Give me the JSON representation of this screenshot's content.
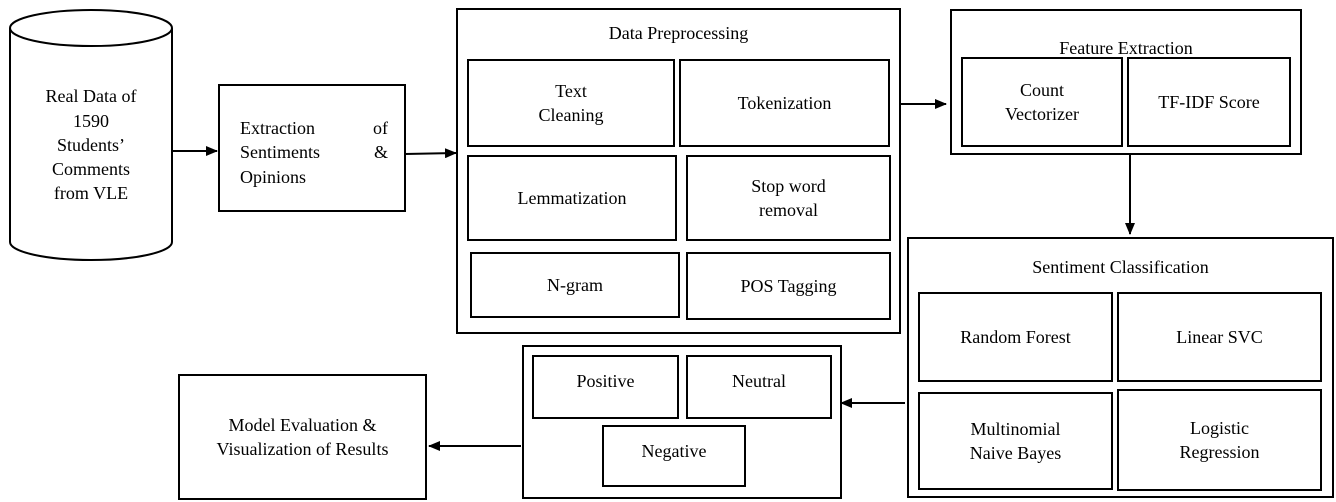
{
  "source": {
    "label": "Real Data of\n1590\nStudents’\nComments\nfrom VLE"
  },
  "extraction": {
    "line1_left": "Extraction",
    "line1_right": "of",
    "line2_left": "Sentiments",
    "line2_right": "&",
    "line3": "Opinions"
  },
  "preprocessing": {
    "title": "Data Preprocessing",
    "items": {
      "text_cleaning": "Text\nCleaning",
      "tokenization": "Tokenization",
      "lemmatization": "Lemmatization",
      "stopword": "Stop word\nremoval",
      "ngram": "N-gram",
      "pos": "POS Tagging"
    }
  },
  "features": {
    "title": "Feature Extraction",
    "count_vectorizer": "Count\nVectorizer",
    "tfidf": "TF-IDF Score"
  },
  "classification": {
    "title": "Sentiment Classification",
    "random_forest": "Random Forest",
    "linear_svc": "Linear SVC",
    "naive_bayes": "Multinomial\nNaive Bayes",
    "logistic": "Logistic\nRegression"
  },
  "outputs": {
    "positive": "Positive",
    "neutral": "Neutral",
    "negative": "Negative"
  },
  "evaluation": {
    "label": "Model Evaluation &\nVisualization of Results"
  }
}
